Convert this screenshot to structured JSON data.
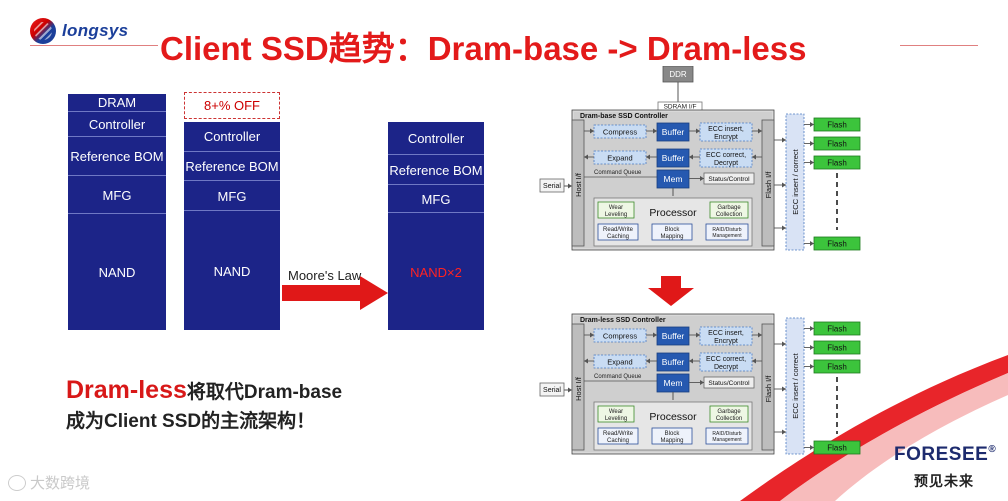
{
  "header": {
    "logo_text": "longsys",
    "title": "Client SSD趋势：Dram-base -> Dram-less"
  },
  "columns": {
    "col1": [
      "DRAM",
      "Controller",
      "Reference BOM",
      "MFG",
      "NAND"
    ],
    "col2_dashed": "8+% OFF",
    "col2": [
      "Controller",
      "Reference BOM",
      "MFG",
      "NAND"
    ],
    "col3": [
      "Controller",
      "Reference BOM",
      "MFG",
      "NAND×2"
    ]
  },
  "arrow_label": "Moore's Law",
  "conclusion": {
    "line1_red": "Dram-less",
    "line1_black": "将取代Dram-base",
    "line2": "成为Client SSD的主流架构！"
  },
  "diagram_top": {
    "title": "Dram-base SSD Controller",
    "ddr": "DDR",
    "sdram_if": "SDRAM I/F",
    "host_if": "Host I/f",
    "flash_if": "Flash I/f",
    "ecc_bar": "ECC insert / correct",
    "serial": "Serial",
    "compress": "Compress",
    "expand": "Expand",
    "buffer": "Buffer",
    "ecc_insert": [
      "ECC insert,",
      "Encrypt"
    ],
    "ecc_correct": [
      "ECC correct,",
      "Decrypt"
    ],
    "command_queue": "Command Queue",
    "mem": "Mem",
    "status_control": "Status/Control",
    "processor": "Processor",
    "wear": [
      "Wear",
      "Leveling"
    ],
    "garbage": [
      "Garbage",
      "Collection"
    ],
    "readwrite": [
      "Read/Write",
      "Caching"
    ],
    "block": [
      "Block",
      "Mapping"
    ],
    "raid": [
      "RAID/Disturb",
      "Management"
    ],
    "flash": "Flash"
  },
  "diagram_bottom": {
    "title": "Dram-less SSD Controller",
    "host_if": "Host I/f",
    "flash_if": "Flash I/f",
    "ecc_bar": "ECC insert / correct",
    "serial": "Serial",
    "compress": "Compress",
    "expand": "Expand",
    "buffer": "Buffer",
    "ecc_insert": [
      "ECC insert,",
      "Encrypt"
    ],
    "ecc_correct": [
      "ECC correct,",
      "Decrypt"
    ],
    "command_queue": "Command Queue",
    "mem": "Mem",
    "status_control": "Status/Control",
    "processor": "Processor",
    "wear": [
      "Wear",
      "Leveling"
    ],
    "garbage": [
      "Garbage",
      "Collection"
    ],
    "readwrite": [
      "Read/Write",
      "Caching"
    ],
    "block": [
      "Block",
      "Mapping"
    ],
    "raid": [
      "RAID/Disturb",
      "Management"
    ],
    "flash": "Flash"
  },
  "watermark": "大数跨境",
  "brand": {
    "name": "FORESEE",
    "reg": "®",
    "slogan": "预见未来"
  },
  "colors": {
    "title_red": "#e31a1a",
    "column_blue": "#1c2488",
    "flash_green": "#3cc43c",
    "buffer_blue": "#2255aa"
  }
}
